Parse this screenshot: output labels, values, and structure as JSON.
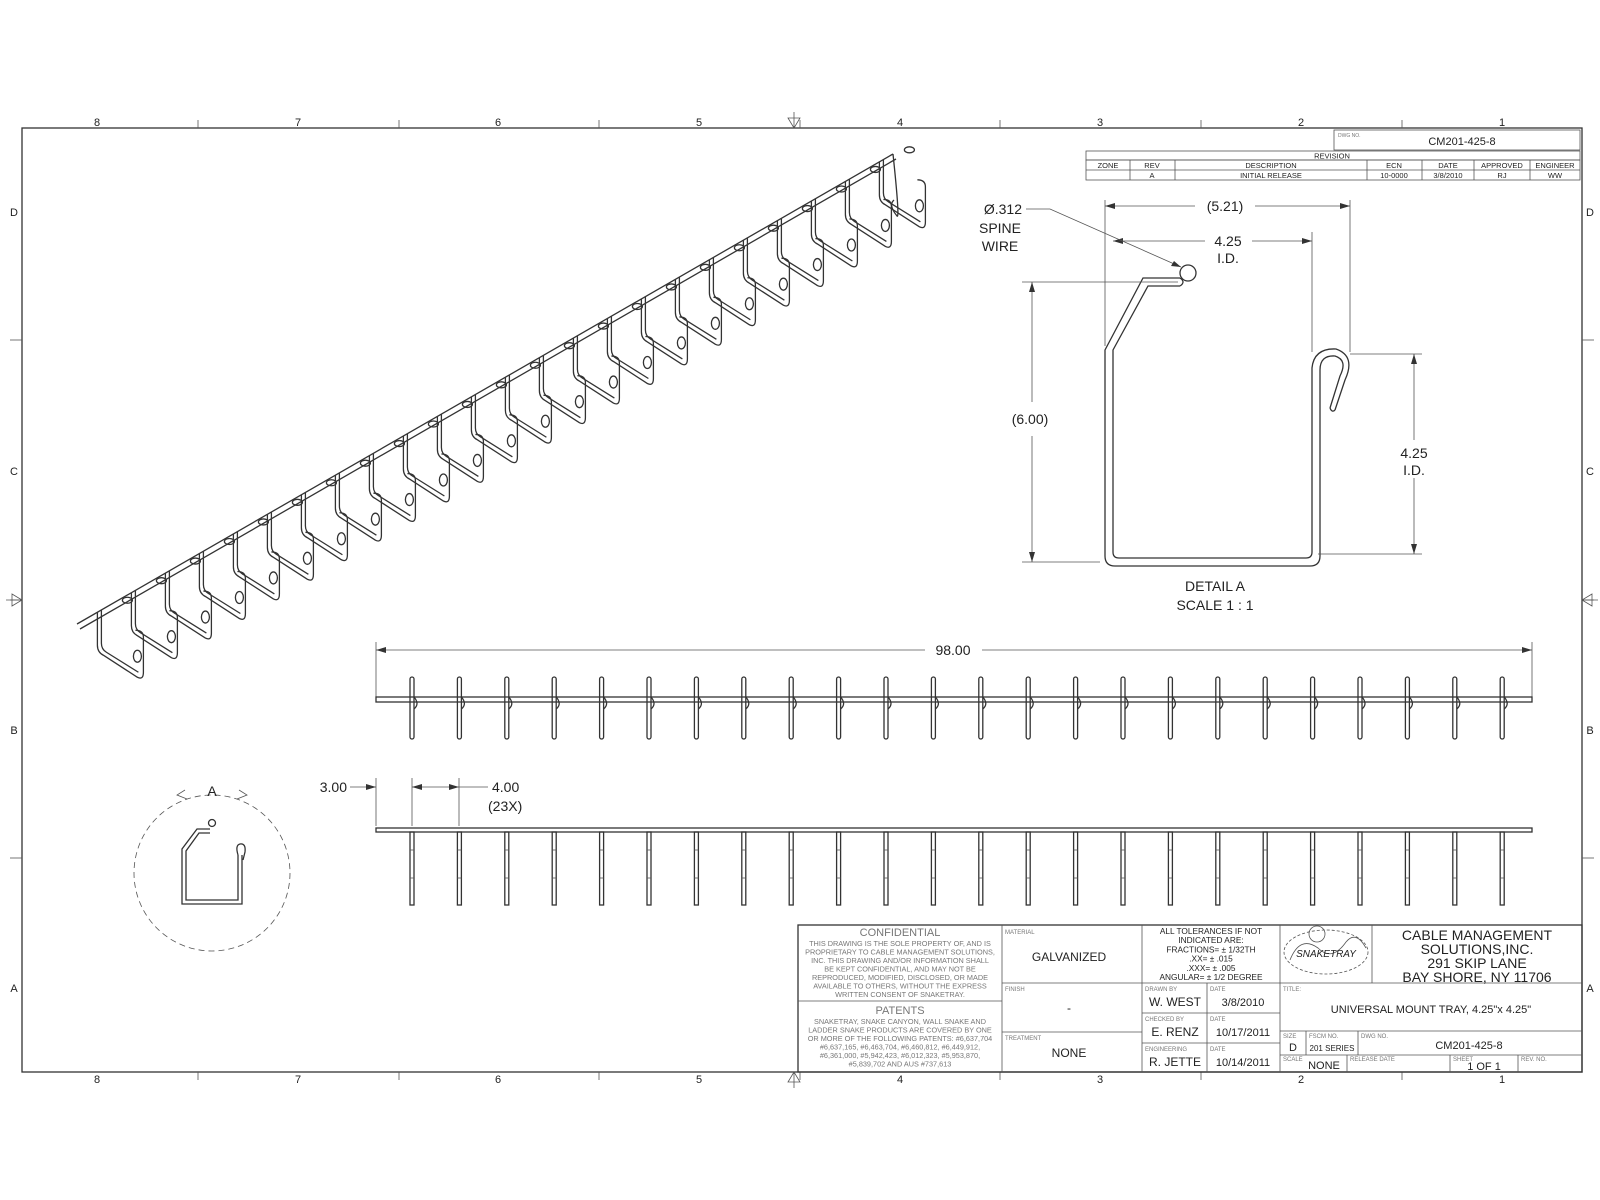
{
  "border": {
    "cols": [
      "8",
      "7",
      "6",
      "5",
      "4",
      "3",
      "2",
      "1"
    ],
    "rows": [
      "D",
      "C",
      "B",
      "A"
    ]
  },
  "header": {
    "dwg_no_label": "DWG NO.",
    "dwg_no": "CM201-425-8",
    "revision_title": "REVISION",
    "columns": [
      "ZONE",
      "REV",
      "DESCRIPTION",
      "ECN",
      "DATE",
      "APPROVED",
      "ENGINEER"
    ],
    "row": [
      "",
      "A",
      "INITIAL RELEASE",
      "10-0000",
      "3/8/2010",
      "RJ",
      "WW"
    ]
  },
  "detail": {
    "spine_dia": "Ø.312",
    "spine_l1": "SPINE",
    "spine_l2": "WIRE",
    "overall_width": "(5.21)",
    "top_id_value": "4.25",
    "top_id_unit": "I.D.",
    "height": "(6.00)",
    "side_id_value": "4.25",
    "side_id_unit": "I.D.",
    "caption1": "DETAIL  A",
    "caption2": "SCALE 1 : 1"
  },
  "dims": {
    "overall_length": "98.00",
    "first_offset": "3.00",
    "pitch": "4.00",
    "count": "(23X)",
    "view_label": "A"
  },
  "confidential": {
    "title": "CONFIDENTIAL",
    "lines": [
      "THIS DRAWING IS THE SOLE PROPERTY OF, AND IS",
      "PROPRIETARY TO CABLE MANAGEMENT SOLUTIONS,",
      "INC. THIS DRAWING AND/OR INFORMATION SHALL",
      "BE KEPT CONFIDENTIAL, AND MAY NOT BE",
      "REPRODUCED, MODIFIED, DISCLOSED, OR MADE",
      "AVAILABLE TO OTHERS, WITHOUT THE EXPRESS",
      "WRITTEN CONSENT OF SNAKETRAY."
    ]
  },
  "patents": {
    "title": "PATENTS",
    "lines": [
      "SNAKETRAY, SNAKE CANYON, WALL SNAKE AND",
      "LADDER SNAKE PRODUCTS ARE COVERED BY ONE",
      "OR MORE OF THE FOLLOWING PATENTS: #6,637,704",
      "#6,637,165, #6,463,704, #6,460,812, #6,449,912,",
      "#6,361,000, #5,942,423, #6,012,323, #5,953,870,",
      "#5,839,702 AND AUS #737,613"
    ]
  },
  "material": {
    "label": "MATERIAL",
    "value": "GALVANIZED"
  },
  "finish": {
    "label": "FINISH",
    "value": "-"
  },
  "treatment": {
    "label": "TREATMENT",
    "value": "NONE"
  },
  "tolerances": {
    "lines": [
      "ALL TOLERANCES IF NOT",
      "INDICATED ARE:",
      "FRACTIONS= ± 1/32TH",
      ".XX= ± .015",
      ".XXX= ± .005",
      "ANGULAR= ± 1/2 DEGREE"
    ]
  },
  "signoff": {
    "drawn_label": "DRAWN BY",
    "drawn": "W. WEST",
    "drawn_date": "3/8/2010",
    "checked_label": "CHECKED BY",
    "checked": "E. RENZ",
    "checked_date": "10/17/2011",
    "eng_label": "ENGINEERING",
    "eng": "R. JETTE",
    "eng_date": "10/14/2011",
    "date_label": "DATE"
  },
  "company": {
    "logo_text": "SNAKETRAY",
    "l1": "CABLE MANAGEMENT",
    "l2": "SOLUTIONS,INC.",
    "l3": "291 SKIP LANE",
    "l4": "BAY SHORE, NY 11706"
  },
  "title_block": {
    "title_label": "TITLE:",
    "title": "UNIVERSAL MOUNT TRAY, 4.25\"x 4.25\"",
    "size_label": "SIZE",
    "size": "D",
    "series_label": "FSCM NO.",
    "series": "201 SERIES",
    "dwg_label": "DWG NO.",
    "dwg": "CM201-425-8",
    "scale_label": "SCALE",
    "scale": "NONE",
    "release_label": "RELEASE DATE",
    "sheet_label": "SHEET",
    "sheet": "1 OF 1",
    "rev_label": "REV. NO."
  }
}
